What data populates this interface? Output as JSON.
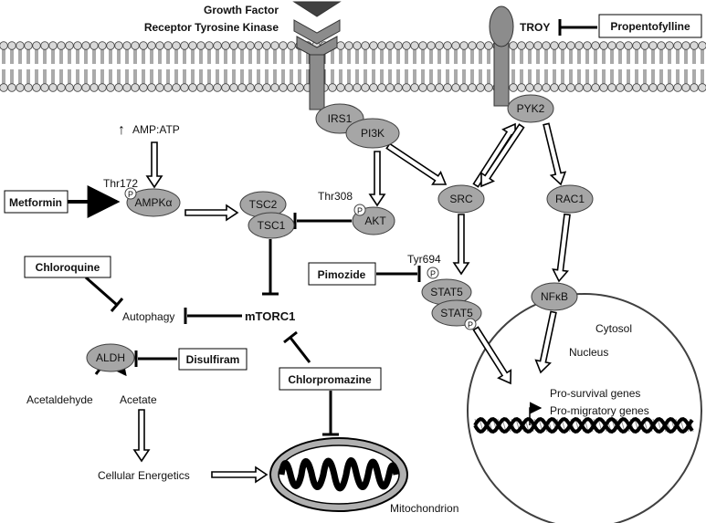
{
  "membrane": {
    "receptor_label_1": "Growth Factor",
    "receptor_label_2": "Receptor Tyrosine Kinase",
    "troy_label": "TROY"
  },
  "drugs": {
    "propentofylline": "Propentofylline",
    "metformin": "Metformin",
    "chloroquine": "Chloroquine",
    "pimozide": "Pimozide",
    "disulfiram": "Disulfiram",
    "chlorpromazine": "Chlorpromazine"
  },
  "nodes": {
    "irs1": "IRS1",
    "pi3k": "PI3K",
    "pyk2": "PYK2",
    "ampk": "AMPKα",
    "tsc2": "TSC2",
    "tsc1": "TSC1",
    "akt": "AKT",
    "src": "SRC",
    "rac1": "RAC1",
    "stat5_a": "STAT5",
    "stat5_b": "STAT5",
    "nfkb": "NFκB",
    "aldh": "ALDH",
    "phospho": "P"
  },
  "labels": {
    "amp_atp": "AMP:ATP",
    "amp_arrow": "↑",
    "thr172": "Thr172",
    "thr308": "Thr308",
    "tyr694": "Tyr694",
    "mtorc1": "mTORC1",
    "autophagy": "Autophagy",
    "acetaldehyde": "Acetaldehyde",
    "acetate": "Acetate",
    "cellular_energetics": "Cellular Energetics",
    "mitochondrion": "Mitochondrion",
    "cytosol": "Cytosol",
    "nucleus": "Nucleus",
    "pro_survival": "Pro-survival genes",
    "pro_migratory": "Pro-migratory genes"
  },
  "colors": {
    "node_fill": "#a6a6a6",
    "node_stroke": "#404040",
    "membrane_head": "#d9d9d9",
    "receptor_fill": "#8c8c8c",
    "line": "#000000"
  }
}
